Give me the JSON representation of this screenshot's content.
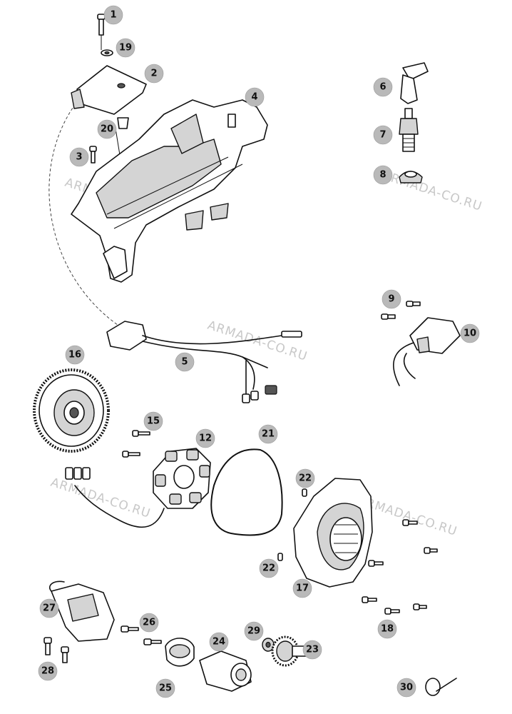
{
  "watermark": "ARMADA-CO.RU",
  "callouts": [
    {
      "id": "1",
      "label": "1"
    },
    {
      "id": "19",
      "label": "19"
    },
    {
      "id": "2",
      "label": "2"
    },
    {
      "id": "20",
      "label": "20"
    },
    {
      "id": "3",
      "label": "3"
    },
    {
      "id": "4",
      "label": "4"
    },
    {
      "id": "6",
      "label": "6"
    },
    {
      "id": "7",
      "label": "7"
    },
    {
      "id": "8",
      "label": "8"
    },
    {
      "id": "9",
      "label": "9"
    },
    {
      "id": "10",
      "label": "10"
    },
    {
      "id": "5",
      "label": "5"
    },
    {
      "id": "16",
      "label": "16"
    },
    {
      "id": "15",
      "label": "15"
    },
    {
      "id": "12",
      "label": "12"
    },
    {
      "id": "21",
      "label": "21"
    },
    {
      "id": "22a",
      "label": "22"
    },
    {
      "id": "22b",
      "label": "22"
    },
    {
      "id": "17",
      "label": "17"
    },
    {
      "id": "18",
      "label": "18"
    },
    {
      "id": "27",
      "label": "27"
    },
    {
      "id": "26",
      "label": "26"
    },
    {
      "id": "24",
      "label": "24"
    },
    {
      "id": "29",
      "label": "29"
    },
    {
      "id": "23",
      "label": "23"
    },
    {
      "id": "28",
      "label": "28"
    },
    {
      "id": "25",
      "label": "25"
    },
    {
      "id": "30",
      "label": "30"
    }
  ]
}
